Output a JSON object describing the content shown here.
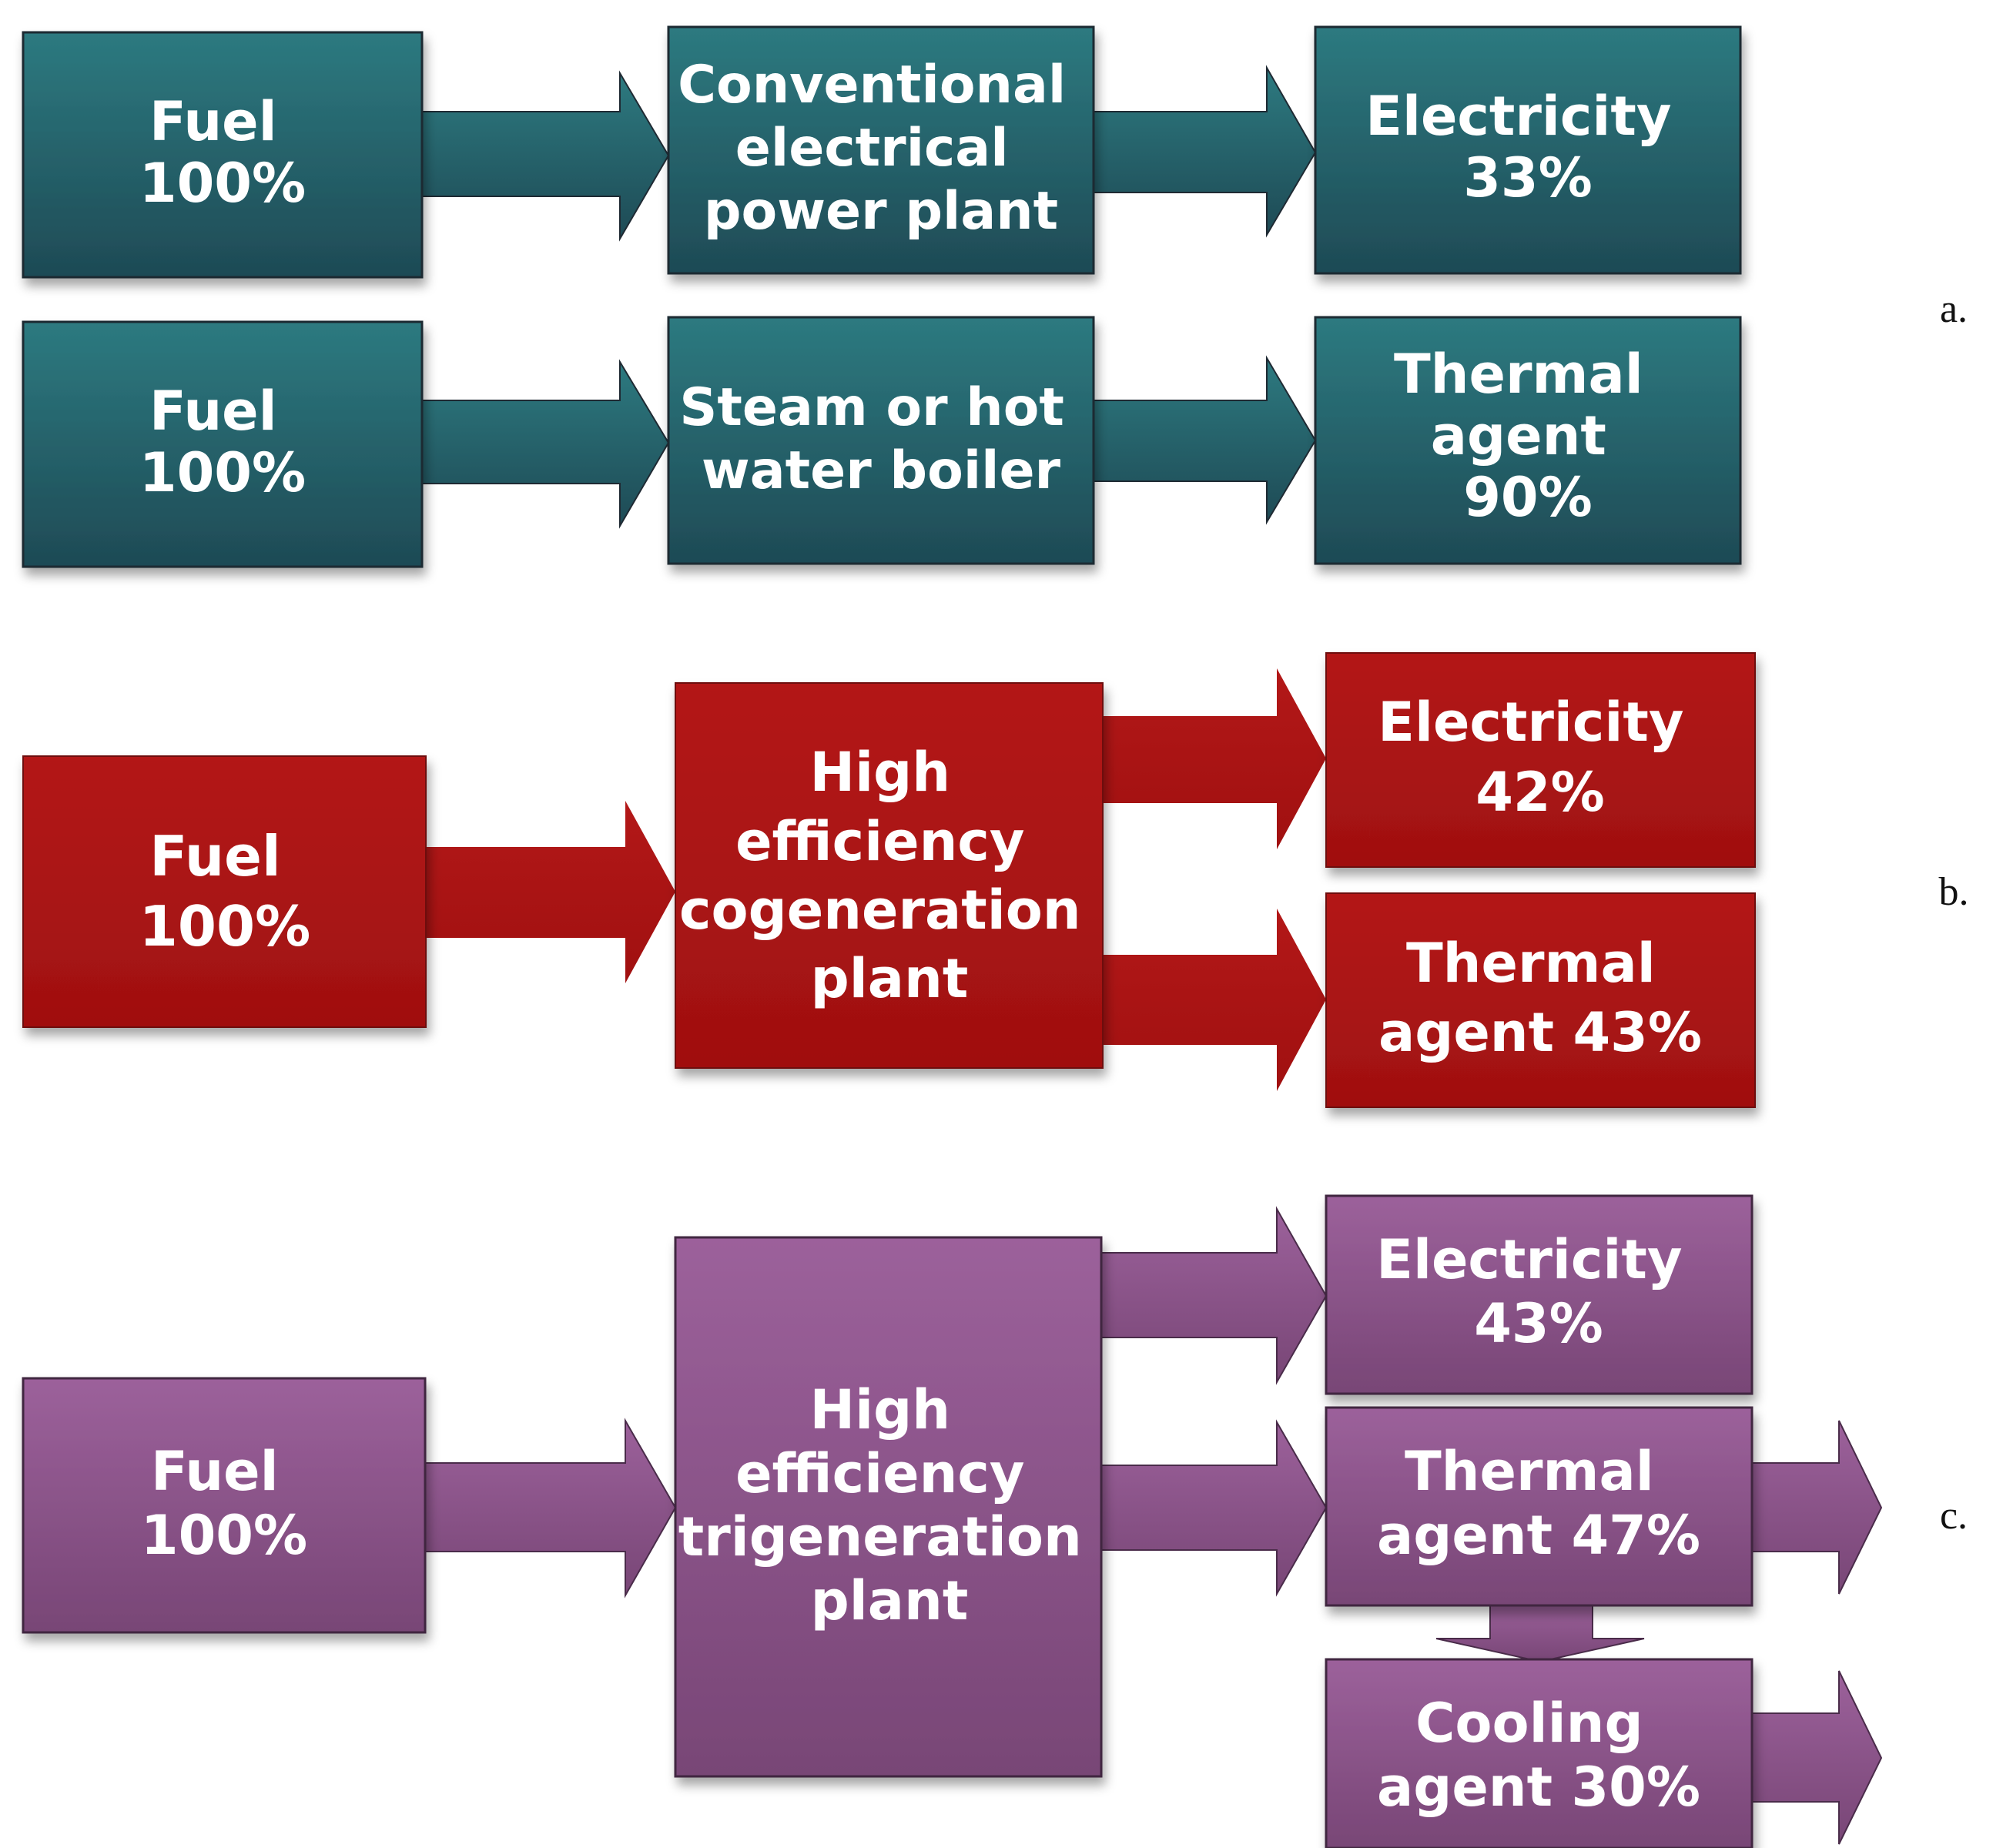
{
  "colors": {
    "teal_top": "#2d7a80",
    "teal_bottom": "#1e4a55",
    "red_top": "#b11717",
    "red_bottom": "#a01010",
    "purple_top": "#9b5f9b",
    "purple_bottom": "#7a4878",
    "edge": "#1f2a33"
  },
  "panels": {
    "a": {
      "label": "a.",
      "row1": {
        "input": [
          "Fuel",
          "100%"
        ],
        "plant": [
          "Conventional",
          "electrical",
          "power plant"
        ],
        "output": [
          "Electricity",
          "33%"
        ]
      },
      "row2": {
        "input": [
          "Fuel",
          "100%"
        ],
        "plant": [
          "Steam or hot",
          "water boiler"
        ],
        "output": [
          "Thermal",
          "agent",
          "90%"
        ]
      }
    },
    "b": {
      "label": "b.",
      "input": [
        "Fuel",
        "100%"
      ],
      "plant": [
        "High",
        "efficiency",
        "cogeneration",
        "plant"
      ],
      "outputs": [
        [
          "Electricity",
          "42%"
        ],
        [
          "Thermal",
          "agent 43%"
        ]
      ]
    },
    "c": {
      "label": "c.",
      "input": [
        "Fuel",
        "100%"
      ],
      "plant": [
        "High",
        "efficiency",
        "trigeneration",
        "plant"
      ],
      "outputs": [
        [
          "Electricity",
          "43%"
        ],
        [
          "Thermal",
          "agent 47%"
        ],
        [
          "Cooling",
          "agent 30%"
        ]
      ]
    }
  }
}
